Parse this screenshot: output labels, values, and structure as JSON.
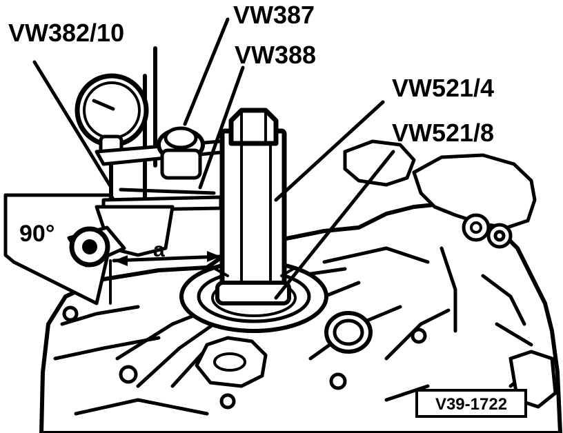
{
  "labels": {
    "tool_1": "VW382/10",
    "tool_2": "VW387",
    "tool_3": "VW388",
    "tool_4": "VW521/4",
    "tool_5": "VW521/8",
    "angle": "90°",
    "dimension": "a",
    "figure_id": "V39-1722"
  },
  "colors": {
    "ink": "#000000",
    "paper": "#ffffff"
  }
}
